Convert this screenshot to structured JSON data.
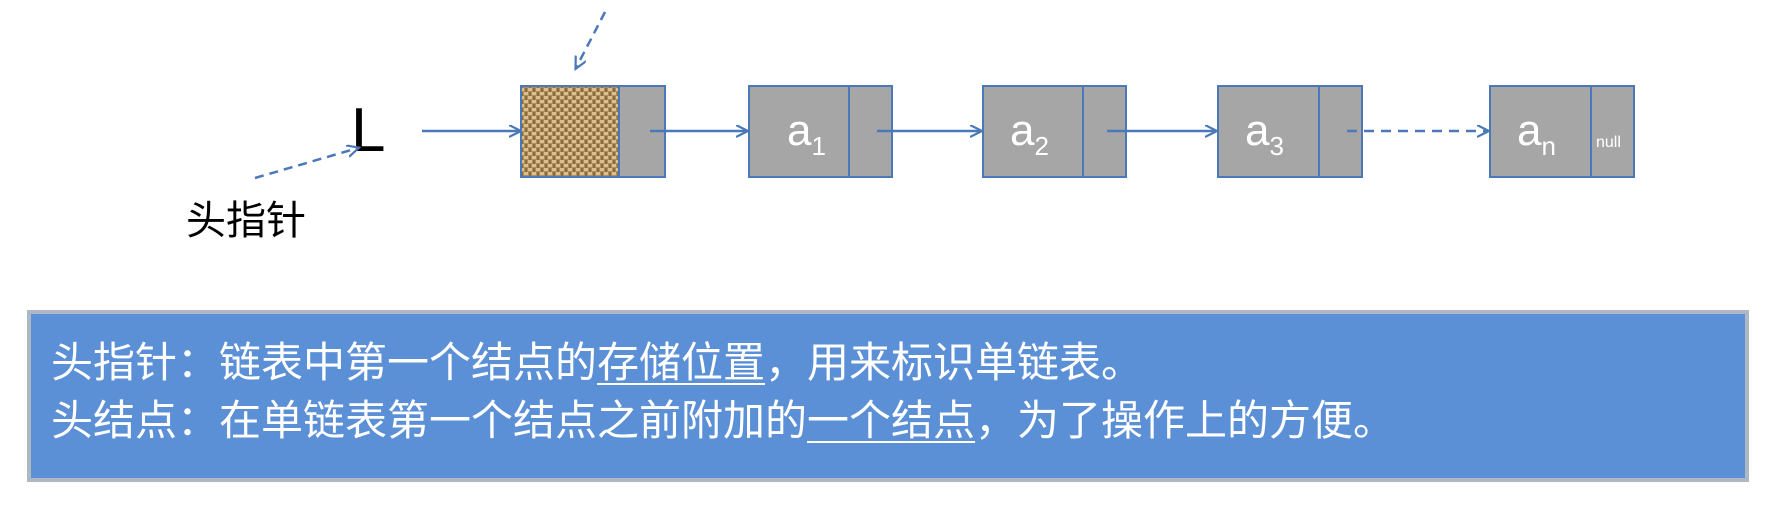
{
  "diagram": {
    "head_pointer_var": "L",
    "head_pointer_label": "头指针",
    "nodes": [
      {
        "data": "a",
        "sub": "1",
        "next": ""
      },
      {
        "data": "a",
        "sub": "2",
        "next": ""
      },
      {
        "data": "a",
        "sub": "3",
        "next": ""
      },
      {
        "data": "a",
        "sub": "n",
        "next": "null"
      }
    ]
  },
  "definitions": {
    "line1": {
      "term": "头指针：",
      "before": "链表中第一个结点的",
      "underlined": "存储位置",
      "after": "，用来标识单链表。"
    },
    "line2": {
      "term": "头结点：",
      "before": "在单链表第一个结点之前附加的",
      "underlined": "一个结点",
      "after": "，为了操作上的方便。"
    }
  },
  "colors": {
    "node_fill": "#a6a6a6",
    "node_border": "#4a78b8",
    "arrow": "#4a78b8",
    "box_fill": "#5b8fd6",
    "box_border": "#aeb7c2"
  }
}
